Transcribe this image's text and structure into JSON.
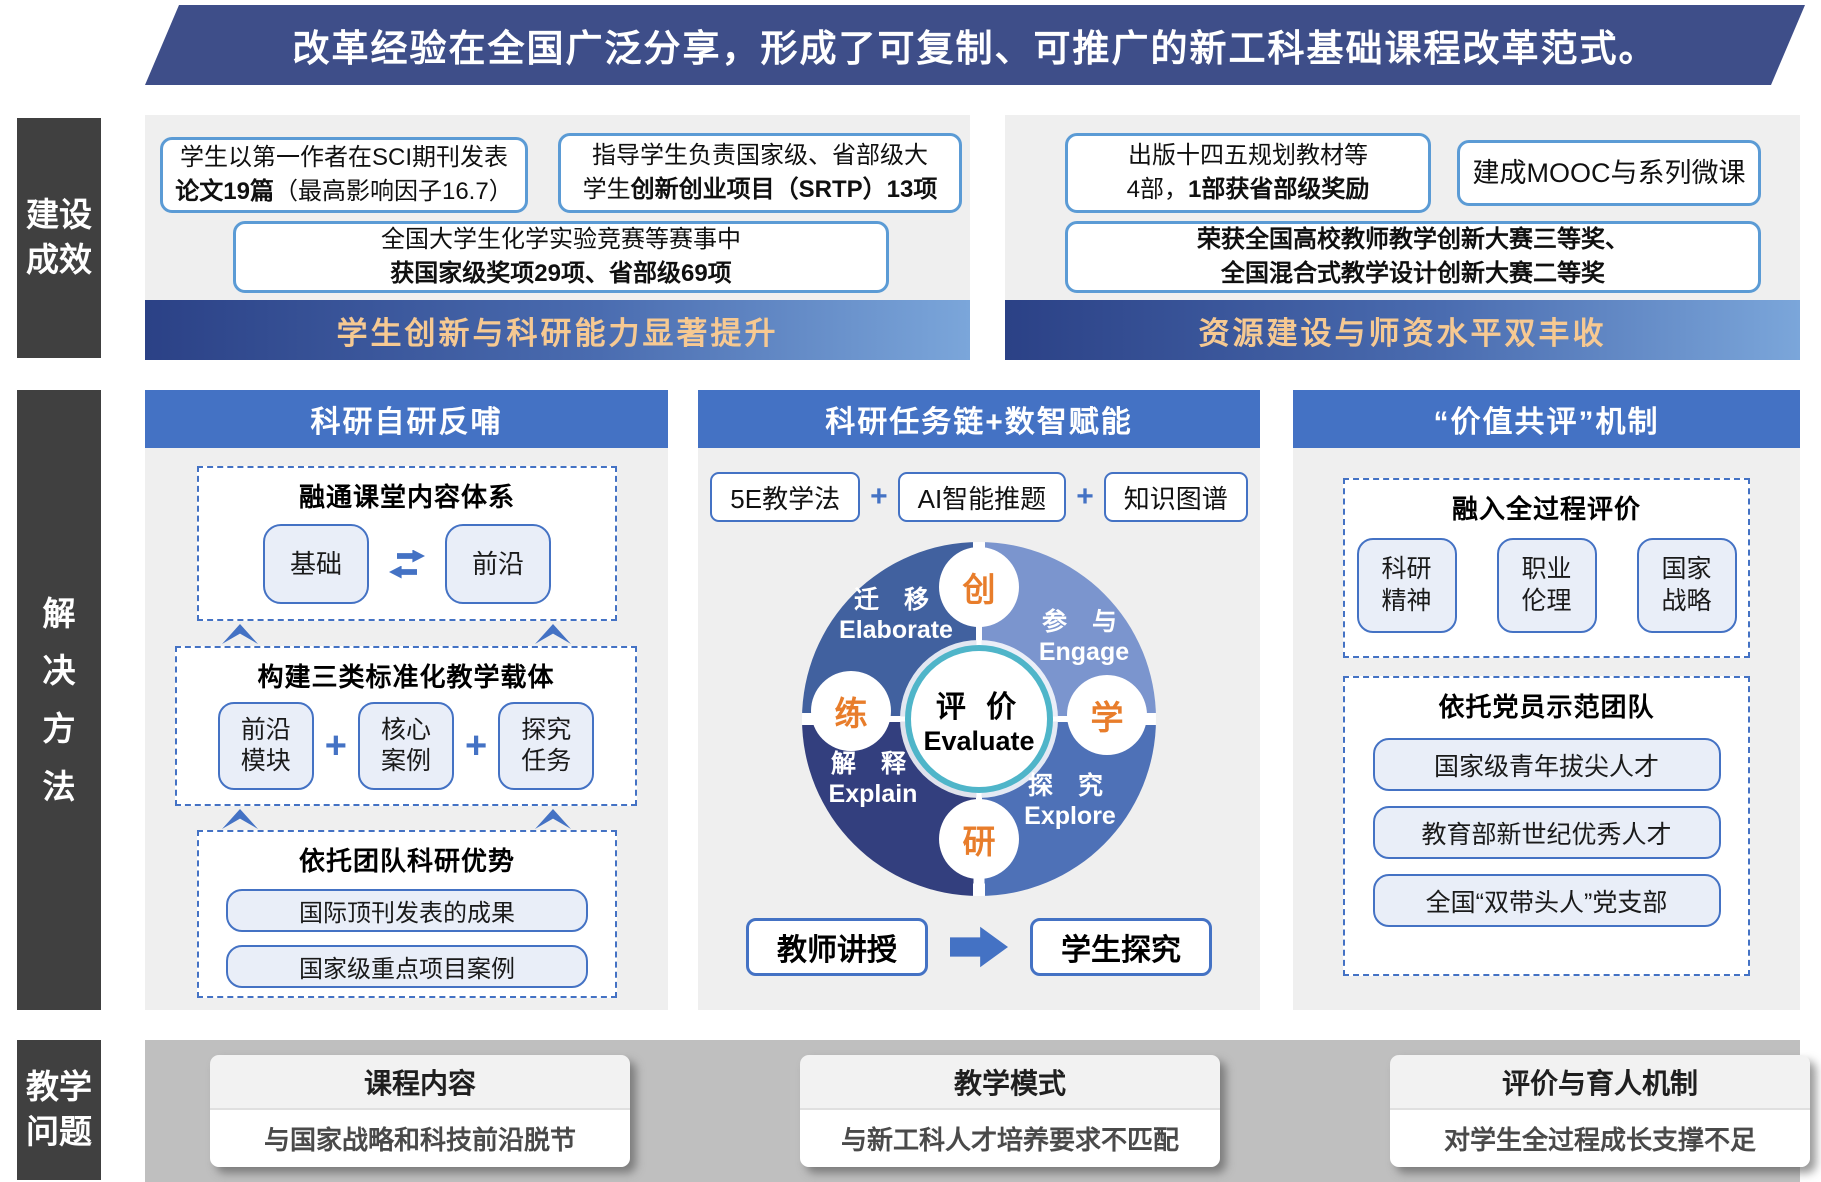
{
  "banner": {
    "text": "改革经验在全国广泛分享，形成了可复制、可推广的新工科基础课程改革范式。"
  },
  "side_labels": {
    "top": [
      "建设",
      "成效"
    ],
    "middle": [
      "解",
      "决",
      "方",
      "法"
    ],
    "bottom": [
      "教学",
      "问题"
    ]
  },
  "glyphs": {
    "plus": "+"
  },
  "achievements": {
    "left": {
      "box1": {
        "line1": "学生以第一作者在SCI期刊发表",
        "line2_bold": "论文19篇",
        "line2_rest": "（最高影响因子16.7）"
      },
      "box2": {
        "line1": "指导学生负责国家级、省部级大",
        "line2_pre": "学生",
        "line2_bold": "创新创业项目（SRTP）13项"
      },
      "box3": {
        "line1": "全国大学生化学实验竞赛等赛事中",
        "line2_bold": "获国家级奖项29项、省部级69项"
      },
      "bar": "学生创新与科研能力显著提升"
    },
    "right": {
      "box1": {
        "line1": "出版十四五规划教材等",
        "line2_pre": "4部，",
        "line2_bold": "1部获省部级奖励"
      },
      "box2": {
        "line1": "建成MOOC与系列微课"
      },
      "box3": {
        "line1_bold": "荣获全国高校教师教学创新大赛三等奖、",
        "line2_bold": "全国混合式教学设计创新大赛二等奖"
      },
      "bar": "资源建设与师资水平双丰收"
    }
  },
  "solutions": {
    "col1": {
      "header": "科研自研反哺",
      "group1": {
        "title": "融通课堂内容体系",
        "items": [
          "基础",
          "前沿"
        ]
      },
      "group2": {
        "title": "构建三类标准化教学载体",
        "items": [
          [
            "前沿",
            "模块"
          ],
          [
            "核心",
            "案例"
          ],
          [
            "探究",
            "任务"
          ]
        ]
      },
      "group3": {
        "title": "依托团队科研优势",
        "pills": [
          "国际顶刊发表的成果",
          "国家级重点项目案例"
        ]
      }
    },
    "col2": {
      "header": "科研任务链+数智赋能",
      "chain": [
        "5E教学法",
        "AI智能推题",
        "知识图谱"
      ],
      "cycle": {
        "center_zh": "评 价",
        "center_en": "Evaluate",
        "segments": [
          {
            "zh": "迁 移",
            "en": "Elaborate",
            "char": "创"
          },
          {
            "zh": "参 与",
            "en": "Engage",
            "char": "学"
          },
          {
            "zh": "解 释",
            "en": "Explain",
            "char": "练"
          },
          {
            "zh": "探 究",
            "en": "Explore",
            "char": "研"
          }
        ]
      },
      "flow": {
        "from": "教师讲授",
        "to": "学生探究"
      }
    },
    "col3": {
      "header": "“价值共评”机制",
      "group1": {
        "title": "融入全过程评价",
        "items": [
          [
            "科研",
            "精神"
          ],
          [
            "职业",
            "伦理"
          ],
          [
            "国家",
            "战略"
          ]
        ]
      },
      "group2": {
        "title": "依托党员示范团队",
        "pills": [
          "国家级青年拔尖人才",
          "教育部新世纪优秀人才",
          "全国“双带头人”党支部"
        ]
      }
    }
  },
  "problems": {
    "cards": [
      {
        "title": "课程内容",
        "desc": "与国家战略和科技前沿脱节"
      },
      {
        "title": "教学模式",
        "desc": "与新工科人才培养要求不匹配"
      },
      {
        "title": "评价与育人机制",
        "desc": "对学生全过程成长支撑不足"
      }
    ]
  },
  "colors": {
    "banner_navy": "#3E4E89",
    "header_blue": "#4472C4",
    "light_box_border": "#5B9BD5",
    "chip_fill": "#E9EEF8",
    "gradient_from": "#2B4186",
    "gradient_to": "#7BA6DA",
    "bar_text_gold": "#F6C992",
    "cycle_orange": "#E87D2B",
    "teal_ring": "#4FB5C9",
    "dark_label_gray": "#404040",
    "panel_gray": "#EFEFEF",
    "strip_gray": "#BFBFBF",
    "blade_light": "#7B95CE",
    "blade_mid": "#4E71B7",
    "blade_dark": "#333F7E",
    "blade_medium": "#41619F"
  }
}
